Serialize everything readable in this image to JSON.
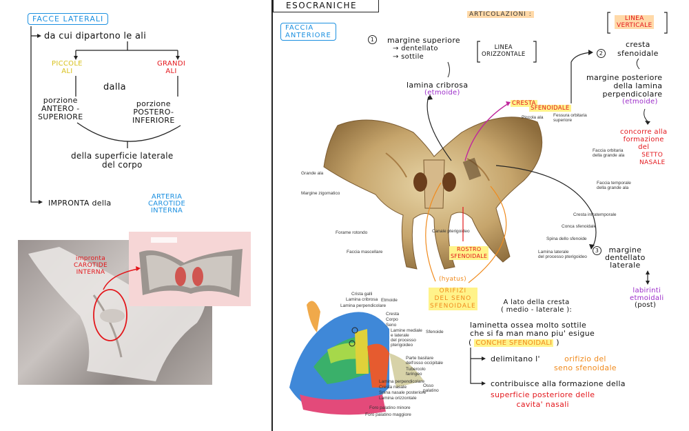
{
  "left": {
    "title_box": "FACCE LATERALI",
    "da_cui": "da cui dipartono le ali",
    "piccole_ali": "PICCOLE\nALI",
    "grandi_ali": "GRANDI\nALI",
    "dalla": "dalla",
    "porzione1": "porzione\nANTERO -\nSUPERIORE",
    "porzione2": "porzione\nPOSTERO-\nINFERIORE",
    "superficie": "della superficie laterale\ndel corpo",
    "impronta": "IMPRONTA della",
    "arteria": "ARTERIA\nCAROTIDE\nINTERNA",
    "photo_label": "impronta\nCAROTIDE\nINTERNA"
  },
  "right": {
    "section_title": "ESOCRANICHE",
    "faccia_box": "FACCIA\nANTERIORE",
    "articolazioni": "ARTICOLAZIONI :",
    "linea_verticale": "LINEA\nVERTICALE",
    "num1": "1",
    "margine_sup": "margine superiore",
    "dentellato": "→ dentellato",
    "sottile": "→ sottile",
    "linea_orizzontale": "LINEA\nORIZZONTALE",
    "lamina_cribrosa": "lamina cribrosa",
    "etmoide1": "(etmoide)",
    "num2": "2",
    "cresta_sfen_txt": "cresta\nsfenoidale",
    "margine_post": "margine posteriore\ndella lamina\nperpendicolare",
    "etmoide2": "(etmoide)",
    "concorre": "concorre alla\nformazione\ndel",
    "setto": "SETTO\nNASALE",
    "cresta_label_1": "CRESTA",
    "cresta_label_2": "SFENOIDALE",
    "rostro": "ROSTRO\nSFENOIDALE",
    "nyatus": "(hyatus)",
    "orifizi": "ORIFIZI\nDEL SENO\nSFENOIDALE",
    "num3": "3",
    "margine_dent": "margine\ndentellato\nlaterale",
    "labirinti": "labirinti\netmoidali",
    "post": "(post)",
    "a_lato": "A lato della cresta\n( medio - laterale ):",
    "lamina_ossea": "laminetta ossea molto sottile\nche si fa man mano piu' esigue",
    "conche": "CONCHE SFENOIDALI",
    "delimitano": "delimitano l'",
    "orifizio": "orifizio del\nseno sfenoidale",
    "contribuisce": "contribuisce alla formazione della",
    "superficie_post": "superficie posteriore delle\ncavita' nasali"
  },
  "figure_labels": {
    "piccola_ala": "Piccola ala",
    "fessura": "Fessura orbitaria\nsuperiore",
    "faccia_orb": "Faccia orbitaria\ndella grande ala",
    "faccia_temp": "Faccia temporale\ndella grande ala",
    "cresta_infra": "Cresta infratemporale",
    "conca_sfen": "Conca sfenoidale",
    "spina": "Spina dello sfenoide",
    "lamina_lat": "Lamina laterale\ndel processo pterigoideo",
    "grande_ala": "Grande ala",
    "margine_zig": "Margine zigomatico",
    "forame_rot": "Forame rotondo",
    "faccia_masc": "Faccia mascellare",
    "canale_pter": "Canale pterigoideo",
    "crista_galli": "Crista galli",
    "lam_crib": "Lamina cribrosa",
    "lam_perp": "Lamina perpendicolare",
    "etmoide": "Etmoide",
    "cresta": "Cresta",
    "corpo": "Corpo",
    "seno": "Seno",
    "lamine_med": "Lamine mediale\ne laterale\ndel processo\npterigoideo",
    "sfenoide": "Sfenoide",
    "parte_basilare": "Parte basilare\ndell'osso occipitale",
    "tubercolo": "Tubercolo\nfaringeo",
    "lam_perp2": "Lamina perpendicolare",
    "cresta_nasale": "Cresta nasale",
    "spina_nasale": "Spina nasale posteriore",
    "lamina_oriz": "Lamina orizzontale",
    "osso_palatino": "Osso\npalatino",
    "foro_min": "Foro palatino minore",
    "foro_mag": "Foro palatino maggiore",
    "photo_caption": "Impronta carotide interna"
  }
}
